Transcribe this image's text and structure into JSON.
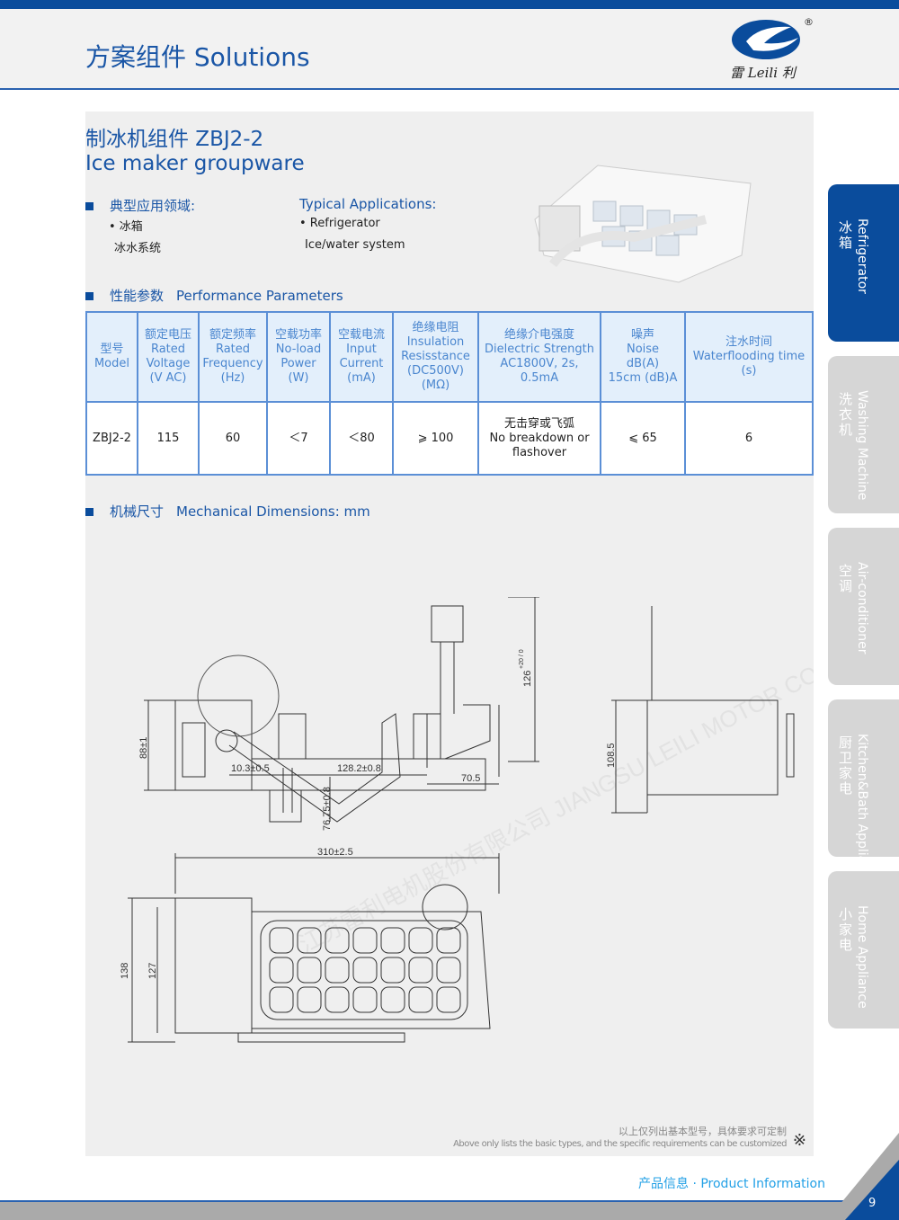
{
  "header": {
    "title": "方案组件 Solutions",
    "logo_text": "雷 Leili 利",
    "logo_mark": "®"
  },
  "product": {
    "title_zh": "制冰机组件 ZBJ2-2",
    "title_en": "Ice maker groupware"
  },
  "applications": {
    "heading_zh": "典型应用领域:",
    "heading_en": "Typical Applications:",
    "items_zh": [
      "• 冰箱",
      "冰水系统"
    ],
    "items_en": [
      "• Refrigerator",
      "Ice/water system"
    ]
  },
  "performance": {
    "heading_zh": "性能参数",
    "heading_en": "Performance Parameters",
    "headers": [
      [
        "型号",
        "Model"
      ],
      [
        "额定电压",
        "Rated",
        "Voltage",
        "(V AC)"
      ],
      [
        "额定频率",
        "Rated",
        "Frequency",
        "(Hz)"
      ],
      [
        "空载功率",
        "No-load",
        "Power",
        "(W)"
      ],
      [
        "空载电流",
        "Input",
        "Current",
        "(mA)"
      ],
      [
        "绝缘电阻",
        "Insulation",
        "Resisstance",
        "(DC500V)(MΩ)"
      ],
      [
        "绝缘介电强度",
        "Dielectric Strength",
        "AC1800V, 2s, 0.5mA"
      ],
      [
        "噪声",
        "Noise",
        "dB(A)",
        "15cm (dB)A"
      ],
      [
        "注水时间",
        "Waterflooding time",
        "(s)"
      ]
    ],
    "row": [
      [
        "ZBJ2-2"
      ],
      [
        "115"
      ],
      [
        "60"
      ],
      [
        "＜7"
      ],
      [
        "＜80"
      ],
      [
        "⩾ 100"
      ],
      [
        "无击穿或飞弧",
        "No breakdown or",
        "flashover"
      ],
      [
        "⩽ 65"
      ],
      [
        "6"
      ]
    ]
  },
  "mechanical": {
    "heading_zh": "机械尺寸",
    "heading_en": "Mechanical Dimensions: mm",
    "dims": {
      "d1": "10.3±0.5",
      "d2": "128.2±0.8",
      "d3": "70.5",
      "d4": "76.75±0.8",
      "d5": "126",
      "d5_tol": "+20 / 0",
      "d6": "88±1",
      "d7": "108.5",
      "d8": "310±2.5",
      "d9": "138",
      "d10": "127"
    },
    "watermark": "江苏雷利电机股份有限公司 JIANGSU LEILI MOTOR CO.,LTD"
  },
  "note": {
    "zh": "以上仅列出基本型号，具体要求可定制",
    "en": "Above only lists the basic types, and the specific requirements can be customized",
    "mark": "※"
  },
  "side_tabs": [
    {
      "zh": "冰箱",
      "en": "Refrigerator",
      "active": true
    },
    {
      "zh": "洗衣机",
      "en": "Washing Machine"
    },
    {
      "zh": "空调",
      "en": "Air-conditioner"
    },
    {
      "zh": "厨卫家电",
      "en": "Kitchen&Bath Appliance"
    },
    {
      "zh": "小家电",
      "en": "Home Appliance"
    }
  ],
  "footer": {
    "link": "产品信息 · Product Information",
    "page": "9"
  },
  "colors": {
    "brand": "#0a4c9c",
    "accent": "#1a56a6",
    "link": "#22a0e6"
  }
}
